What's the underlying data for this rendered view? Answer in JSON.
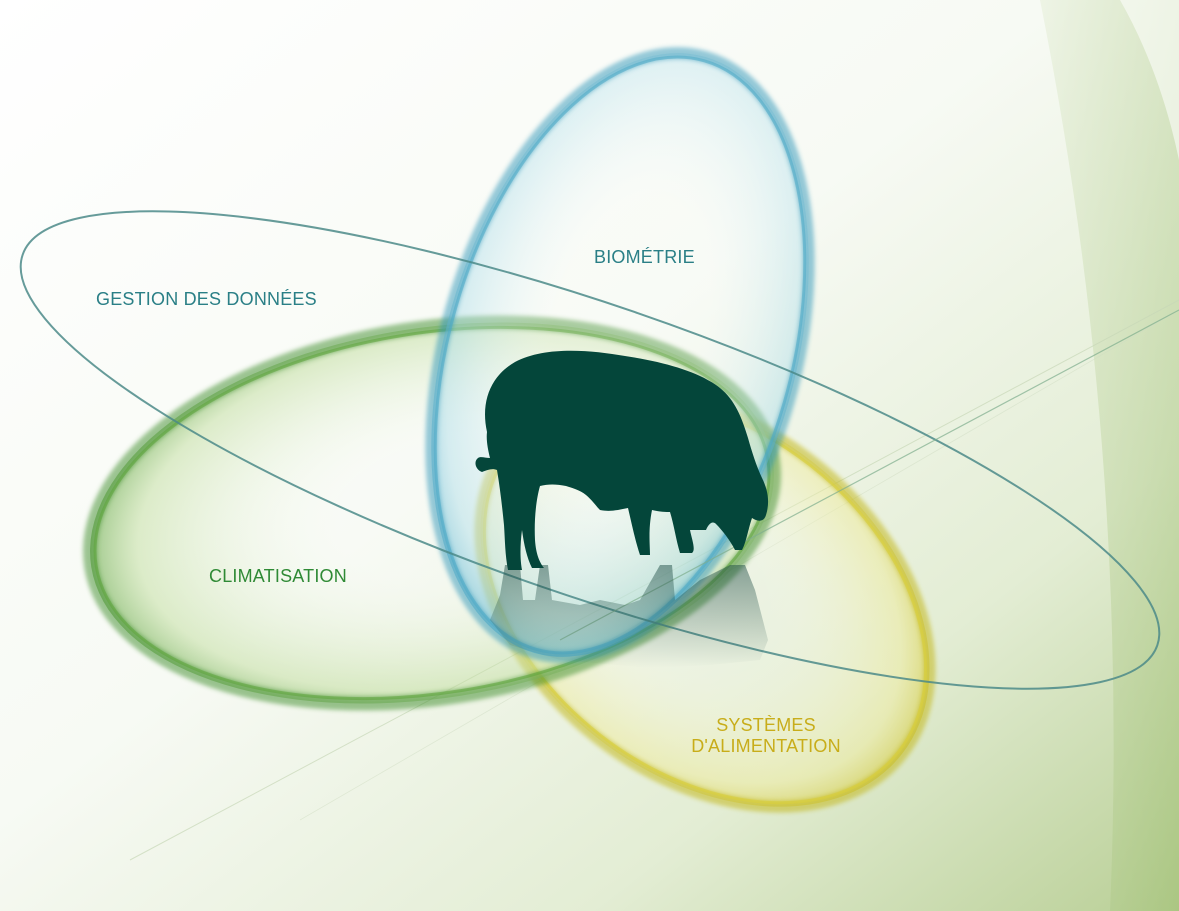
{
  "diagram": {
    "labels": {
      "biometrie": "BIOMÉTRIE",
      "gestion": "GESTION DES DONNÉES",
      "climatisation": "CLIMATISATION",
      "systemes_line1": "SYSTÈMES",
      "systemes_line2": "D'ALIMENTATION"
    },
    "icons": {
      "center": "pig-silhouette-icon"
    }
  },
  "colors": {
    "biometrie": "#2a7f86",
    "gestion": "#2a7f86",
    "climatisation": "#2f8a35",
    "systemes": "#c8ad1a",
    "pig": "#04463a",
    "blue_ellipse": "#3aa3c8",
    "green_ellipse": "#4f9a2a",
    "yellow_ellipse": "#c9c21e",
    "orbit_line": "#4b8a88"
  }
}
